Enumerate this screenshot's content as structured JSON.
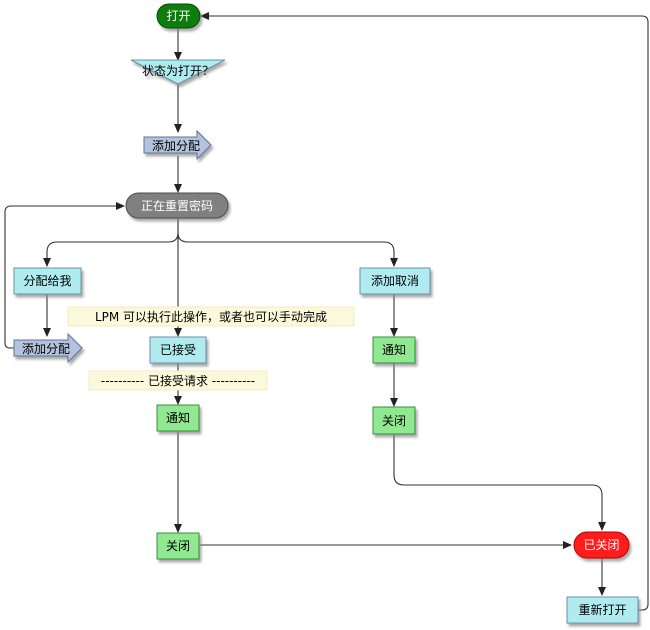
{
  "nodes": {
    "open": "打开",
    "check_open": "状态为打开？",
    "add_assignee_top": "添加分配",
    "resetting": "正在重置密码",
    "assign_to_me": "分配给我",
    "add_assignee_left": "添加分配",
    "accepted": "已接受",
    "notify_center": "通知",
    "close_center": "关闭",
    "add_cancel": "添加取消",
    "notify_right": "通知",
    "close_right": "关闭",
    "closed": "已关闭",
    "reopen": "重新打开"
  },
  "notes": {
    "lpm_note": "LPM 可以执行此操作，或者也可以手动完成",
    "accepted_request": "---------- 已接受请求 ----------"
  },
  "colors": {
    "start_green": "#0b7d0b",
    "process_blue": "#b0ecef",
    "notify_green": "#90e890",
    "event_slate": "#b3c3dc",
    "reset_gray": "#808080",
    "closed_red": "#ff1a1a",
    "note_cream": "#fbf8dc"
  }
}
